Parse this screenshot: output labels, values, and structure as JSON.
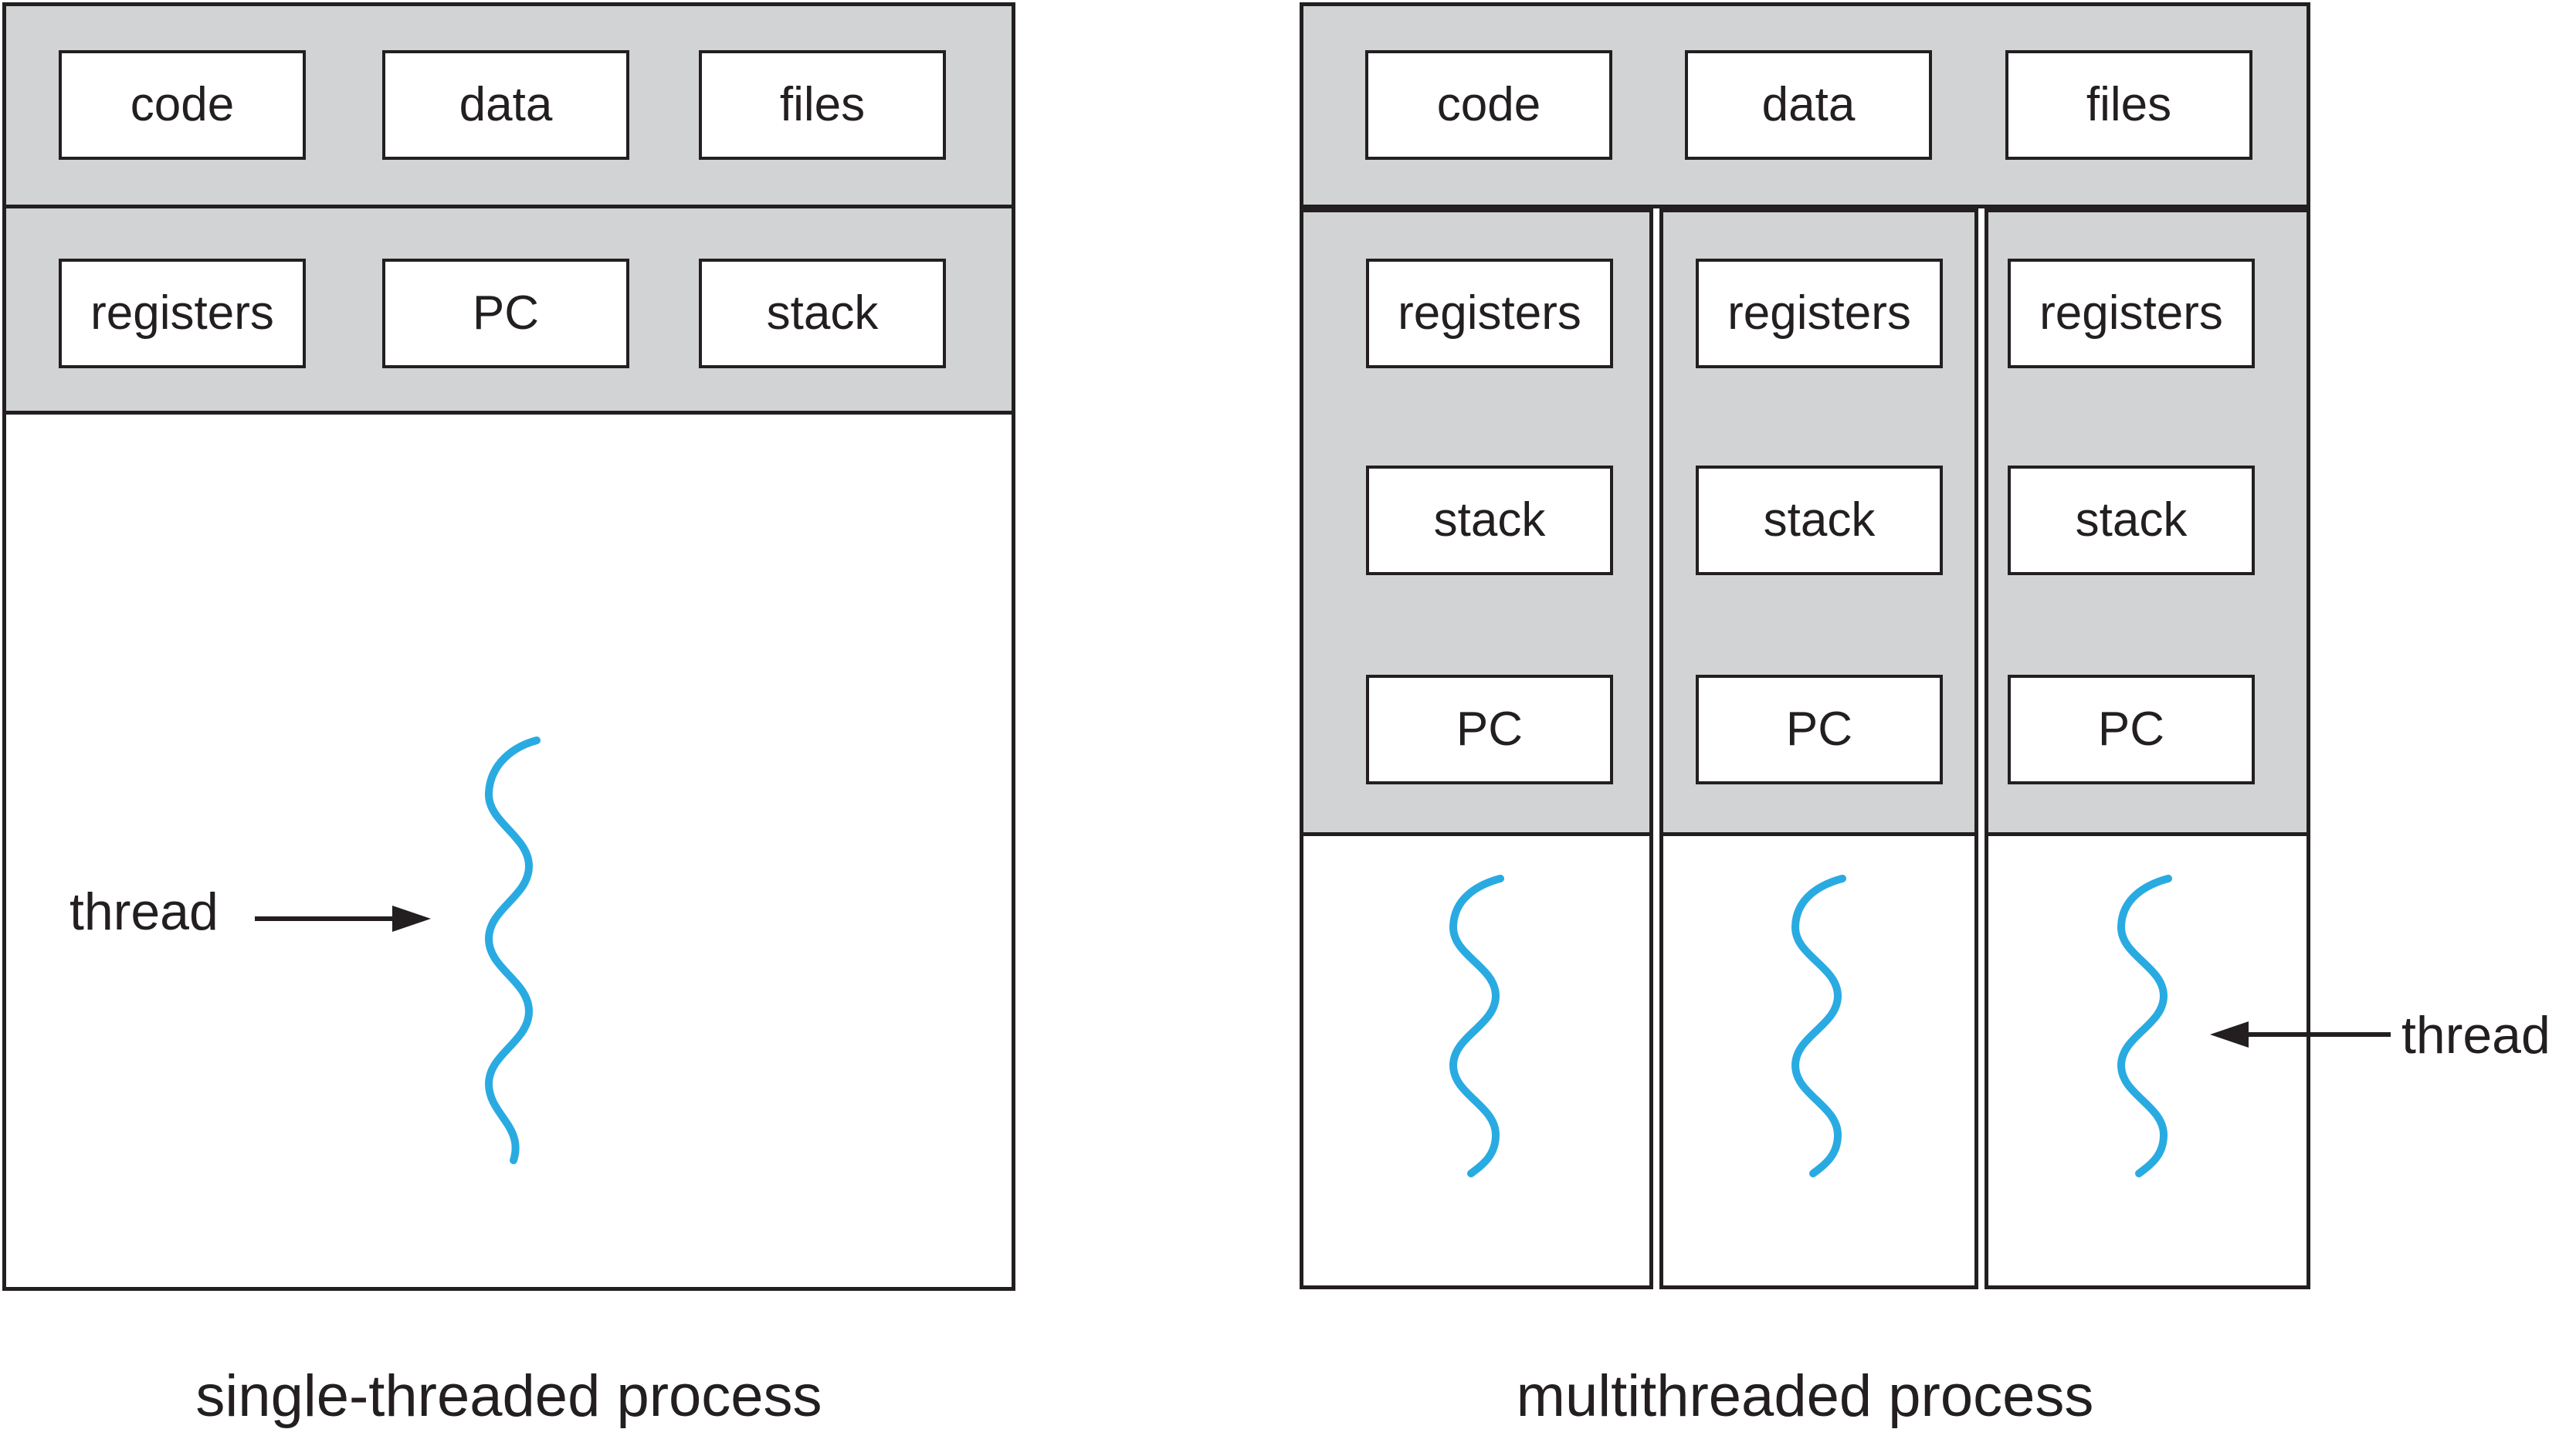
{
  "figure": {
    "left": {
      "caption": "single-threaded process",
      "thread_label": "thread",
      "top_row": [
        "code",
        "data",
        "files"
      ],
      "state_row": [
        "registers",
        "PC",
        "stack"
      ]
    },
    "right": {
      "caption": "multithreaded process",
      "thread_label": "thread",
      "top_row": [
        "code",
        "data",
        "files"
      ],
      "per_thread_column": [
        "registers",
        "stack",
        "PC"
      ]
    },
    "colors": {
      "band_gray": "#d1d3d4",
      "line_black": "#231f20",
      "thread_blue": "#29abe2"
    }
  }
}
